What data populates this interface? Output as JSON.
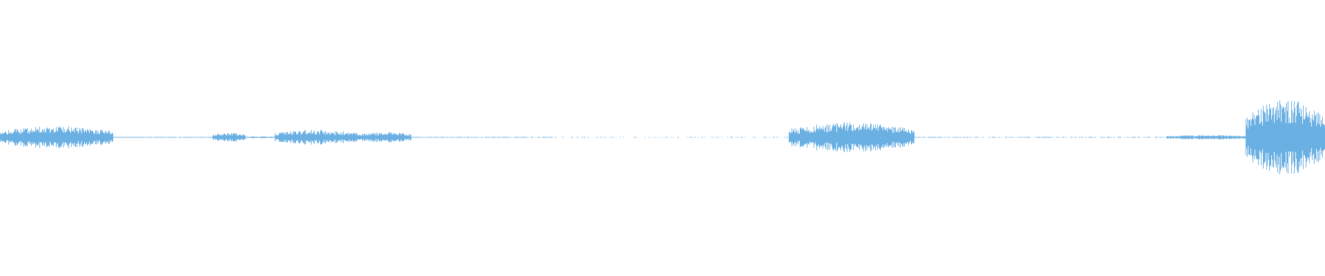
{
  "waveform": {
    "color": "#5BA7E0",
    "background": "#FFFFFF",
    "bar_count": 1920,
    "segments": [
      {
        "start": 0.0,
        "end": 0.085,
        "amp": 0.15,
        "density": 1.0
      },
      {
        "start": 0.085,
        "end": 0.16,
        "amp": 0.004,
        "density": 0.9
      },
      {
        "start": 0.16,
        "end": 0.185,
        "amp": 0.06,
        "density": 1.0
      },
      {
        "start": 0.185,
        "end": 0.207,
        "amp": 0.012,
        "density": 1.0
      },
      {
        "start": 0.207,
        "end": 0.27,
        "amp": 0.1,
        "density": 1.0
      },
      {
        "start": 0.27,
        "end": 0.31,
        "amp": 0.07,
        "density": 1.0
      },
      {
        "start": 0.31,
        "end": 0.42,
        "amp": 0.004,
        "density": 0.8
      },
      {
        "start": 0.42,
        "end": 0.595,
        "amp": 0.003,
        "density": 0.25
      },
      {
        "start": 0.595,
        "end": 0.69,
        "amp": 0.2,
        "density": 1.0
      },
      {
        "start": 0.69,
        "end": 0.88,
        "amp": 0.004,
        "density": 0.6
      },
      {
        "start": 0.88,
        "end": 0.94,
        "amp": 0.03,
        "density": 1.0
      },
      {
        "start": 0.94,
        "end": 1.0,
        "amp": 0.5,
        "density": 1.0
      }
    ]
  }
}
